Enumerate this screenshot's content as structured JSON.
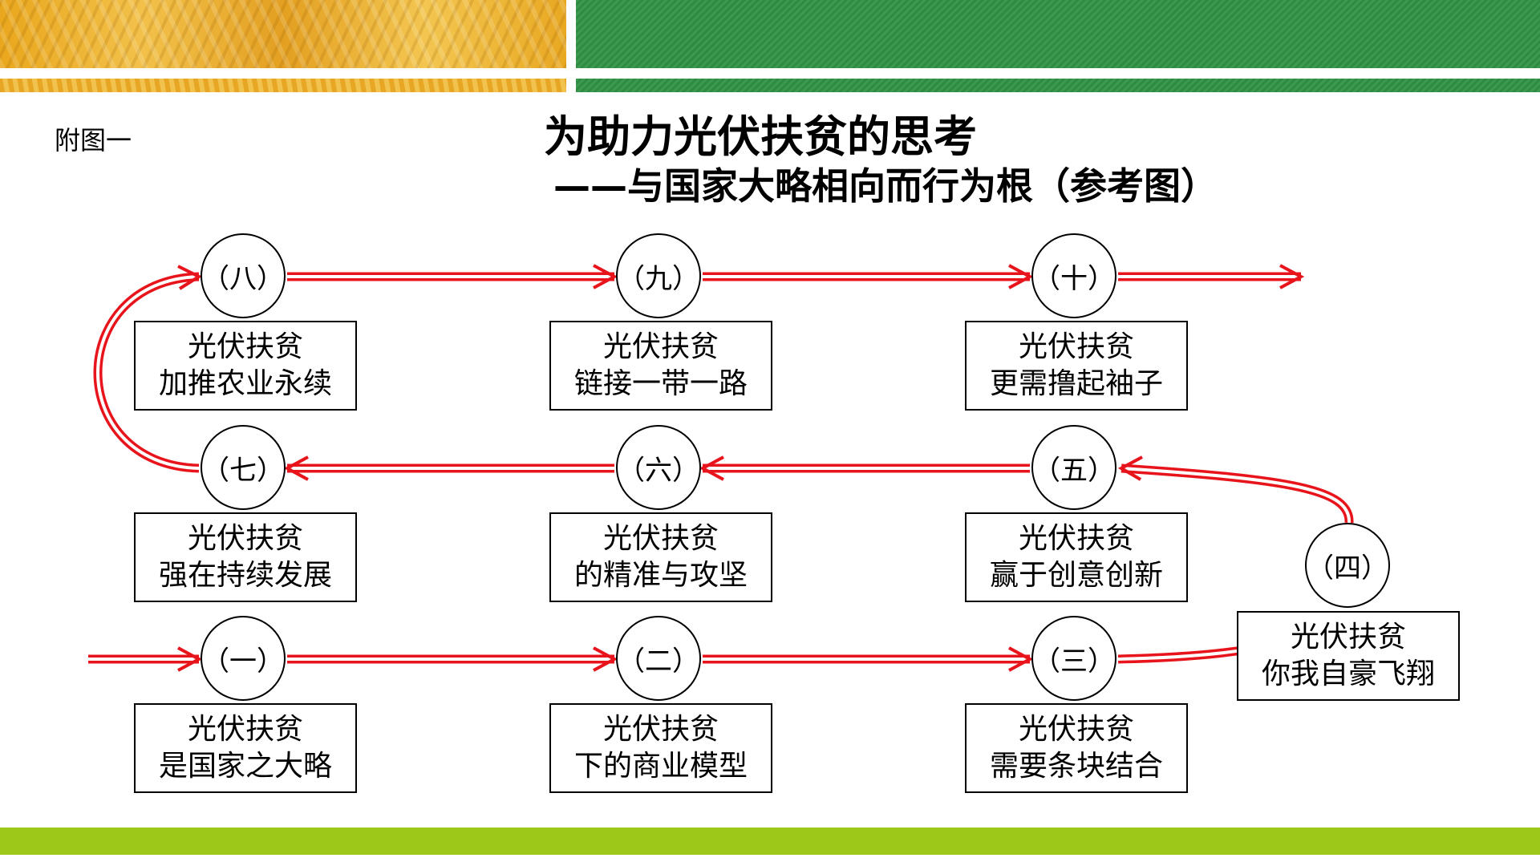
{
  "header": {
    "figure_label": "附图一",
    "title": "为助力光伏扶贫的思考",
    "subtitle": "——与国家大略相向而行为根（参考图）"
  },
  "steps": [
    {
      "num": "（一）",
      "line1": "光伏扶贫",
      "line2": "是国家之大略"
    },
    {
      "num": "（二）",
      "line1": "光伏扶贫",
      "line2": "下的商业模型"
    },
    {
      "num": "（三）",
      "line1": "光伏扶贫",
      "line2": "需要条块结合"
    },
    {
      "num": "（四）",
      "line1": "光伏扶贫",
      "line2": "你我自豪飞翔"
    },
    {
      "num": "（五）",
      "line1": "光伏扶贫",
      "line2": "赢于创意创新"
    },
    {
      "num": "（六）",
      "line1": "光伏扶贫",
      "line2": "的精准与攻坚"
    },
    {
      "num": "（七）",
      "line1": "光伏扶贫",
      "line2": "强在持续发展"
    },
    {
      "num": "（八）",
      "line1": "光伏扶贫",
      "line2": "加推农业永续"
    },
    {
      "num": "（九）",
      "line1": "光伏扶贫",
      "line2": "链接一带一路"
    },
    {
      "num": "（十）",
      "line1": "光伏扶贫",
      "line2": "更需撸起袖子"
    }
  ],
  "colors": {
    "arrow": "#e8141c",
    "banner_green": "#3a9a4e",
    "bottom_bar": "#9dc81a",
    "wheat": "#e9a71d"
  }
}
